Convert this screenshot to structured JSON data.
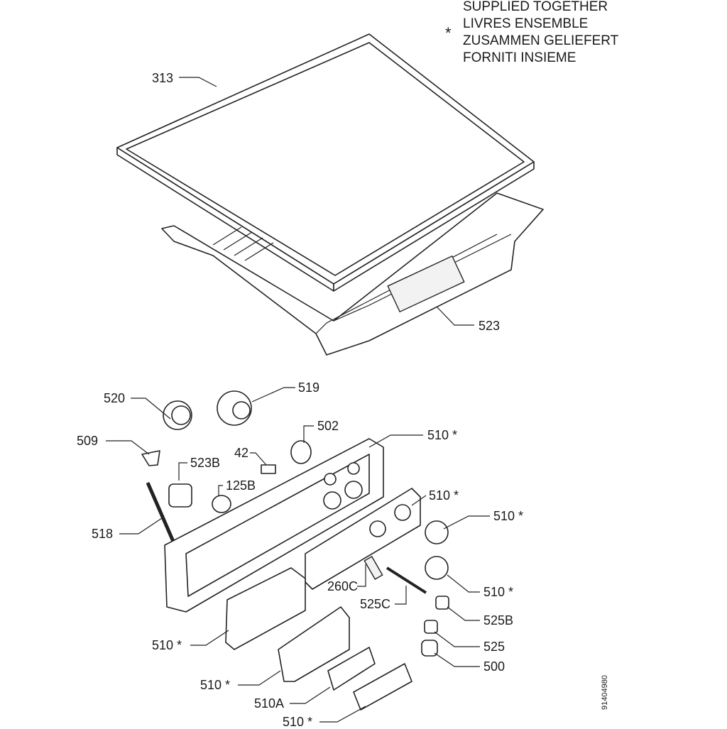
{
  "legend": {
    "symbol": "*",
    "lines": [
      "SUPPLIED TOGETHER",
      "LIVRES ENSEMBLE",
      "ZUSAMMEN GELIEFERT",
      "FORNITI INSIEME"
    ]
  },
  "document_number": "91404980",
  "labels": {
    "l313": "313",
    "l523": "523",
    "l520": "520",
    "l519": "519",
    "l502": "502",
    "l510a": "510 *",
    "l509": "509",
    "l42": "42",
    "l523b": "523B",
    "l125b": "125B",
    "l510b": "510 *",
    "l510c": "510 *",
    "l518": "518",
    "l260c": "260C",
    "l510d": "510 *",
    "l525c": "525C",
    "l525b": "525B",
    "l525": "525",
    "l500": "500",
    "l510e": "510 *",
    "l510f": "510 *",
    "l510A": "510A",
    "l510g": "510 *"
  }
}
